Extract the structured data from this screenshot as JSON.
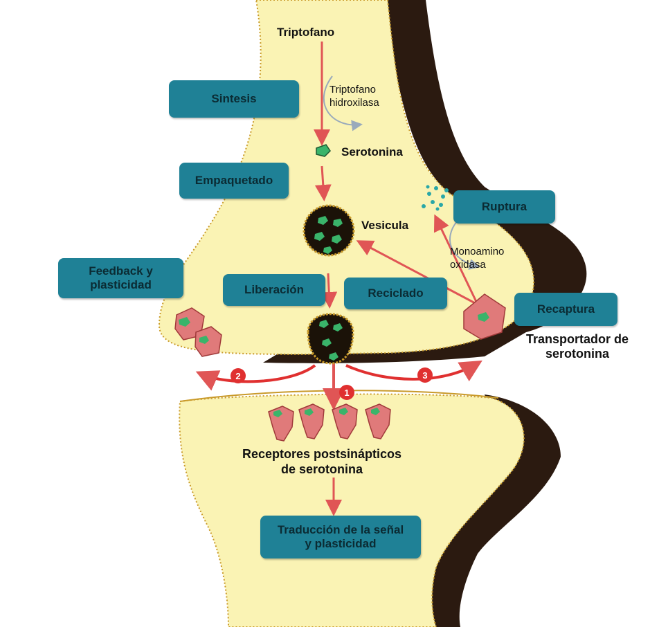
{
  "colors": {
    "neuron_fill": "#faf3b4",
    "neuron_shadow": "#2b1a10",
    "box_fill": "#1f8196",
    "arrow": "#e05555",
    "text_faint": "#8cc7d4"
  },
  "labels": {
    "triptofano": "Triptofano",
    "enzyme": "Triptofano\nhidroxilasa",
    "serotonina": "Serotonina",
    "vesicula": "Vesicula",
    "monoamino": "Monoamino\noxidasa",
    "transportador": "Transportador de\nserotonina",
    "receptores": "Receptores postsinápticos\nde serotonina"
  },
  "boxes": {
    "sintesis": "Sintesis",
    "empaquetado": "Empaquetado",
    "ruptura": "Ruptura",
    "feedback": "Feedback y\nplasticidad",
    "liberacion": "Liberación",
    "reciclado": "Reciclado",
    "recaptura": "Recaptura",
    "traduccion": "Traducción de la señal\ny plasticidad"
  },
  "numbers": {
    "n1": "1",
    "n2": "2",
    "n3": "3"
  }
}
